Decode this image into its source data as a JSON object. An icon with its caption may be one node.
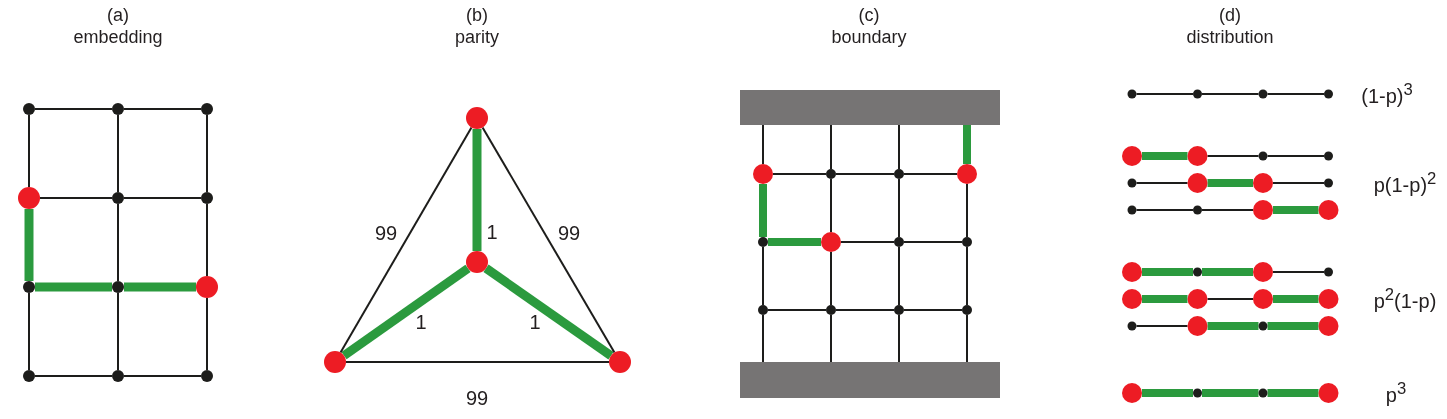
{
  "diagram": {
    "nodes": [
      {
        "text": [],
        "shape": "dot"
      },
      {
        "text": [],
        "shape": "dot"
      },
      {
        "text": [],
        "shape": "dot"
      },
      {
        "text": [],
        "shape": "circle"
      },
      {
        "text": [],
        "shape": "dot"
      },
      {
        "text": [],
        "shape": "dot"
      },
      {
        "text": [],
        "shape": "dot"
      },
      {
        "text": [],
        "shape": "dot"
      },
      {
        "text": [],
        "shape": "circle"
      },
      {
        "text": [],
        "shape": "dot"
      },
      {
        "text": [],
        "shape": "dot"
      },
      {
        "text": [],
        "shape": "dot"
      },
      {
        "text": [],
        "shape": "circle"
      },
      {
        "text": [],
        "shape": "circle"
      },
      {
        "text": [],
        "shape": "circle"
      },
      {
        "text": [],
        "shape": "circle"
      },
      {
        "text": [],
        "shape": "bar"
      },
      {
        "text": [],
        "shape": "circle"
      },
      {
        "text": [],
        "shape": "dot"
      },
      {
        "text": [],
        "shape": "dot"
      },
      {
        "text": [],
        "shape": "circle"
      },
      {
        "text": [],
        "shape": "dot"
      },
      {
        "text": [],
        "shape": "circle"
      },
      {
        "text": [],
        "shape": "dot"
      },
      {
        "text": [],
        "shape": "dot"
      },
      {
        "text": [],
        "shape": "dot"
      },
      {
        "text": [],
        "shape": "dot"
      },
      {
        "text": [],
        "shape": "dot"
      },
      {
        "text": [],
        "shape": "dot"
      },
      {
        "text": [],
        "shape": "bar"
      },
      {
        "text": [],
        "shape": "dot"
      },
      {
        "text": [],
        "shape": "dot"
      },
      {
        "text": [],
        "shape": "dot"
      },
      {
        "text": [],
        "shape": "dot"
      },
      {
        "text": [],
        "shape": "circle"
      },
      {
        "text": [],
        "shape": "circle"
      },
      {
        "text": [],
        "shape": "dot"
      },
      {
        "text": [],
        "shape": "dot"
      },
      {
        "text": [],
        "shape": "dot"
      },
      {
        "text": [],
        "shape": "circle"
      },
      {
        "text": [],
        "shape": "circle"
      },
      {
        "text": [],
        "shape": "dot"
      },
      {
        "text": [],
        "shape": "dot"
      },
      {
        "text": [],
        "shape": "dot"
      },
      {
        "text": [],
        "shape": "circle"
      },
      {
        "text": [],
        "shape": "circle"
      },
      {
        "text": [],
        "shape": "circle"
      },
      {
        "text": [],
        "shape": "dot"
      },
      {
        "text": [],
        "shape": "circle"
      },
      {
        "text": [],
        "shape": "dot"
      },
      {
        "text": [],
        "shape": "circle"
      },
      {
        "text": [],
        "shape": "circle"
      },
      {
        "text": [],
        "shape": "circle"
      },
      {
        "text": [],
        "shape": "circle"
      },
      {
        "text": [],
        "shape": "dot"
      },
      {
        "text": [],
        "shape": "circle"
      },
      {
        "text": [],
        "shape": "dot"
      },
      {
        "text": [],
        "shape": "circle"
      },
      {
        "text": [],
        "shape": "circle"
      },
      {
        "text": [],
        "shape": "dot"
      },
      {
        "text": [],
        "shape": "dot"
      },
      {
        "text": [],
        "shape": "circle"
      }
    ],
    "edges": [
      {
        "from": 0,
        "to": 1,
        "arrow": "none"
      },
      {
        "from": 1,
        "to": 2,
        "arrow": "none"
      },
      {
        "from": 3,
        "to": 4,
        "arrow": "none"
      },
      {
        "from": 4,
        "to": 5,
        "arrow": "none"
      },
      {
        "from": 6,
        "to": 7,
        "arrow": "none",
        "style": "thick",
        "color": "#2b9a3e"
      },
      {
        "from": 7,
        "to": 8,
        "arrow": "none",
        "style": "thick",
        "color": "#2b9a3e"
      },
      {
        "from": 9,
        "to": 10,
        "arrow": "none"
      },
      {
        "from": 10,
        "to": 11,
        "arrow": "none"
      },
      {
        "from": 0,
        "to": 3,
        "arrow": "none"
      },
      {
        "from": 1,
        "to": 4,
        "arrow": "none"
      },
      {
        "from": 2,
        "to": 5,
        "arrow": "none"
      },
      {
        "from": 3,
        "to": 6,
        "arrow": "none",
        "style": "thick",
        "color": "#2b9a3e"
      },
      {
        "from": 4,
        "to": 7,
        "arrow": "none"
      },
      {
        "from": 5,
        "to": 8,
        "arrow": "none"
      },
      {
        "from": 6,
        "to": 9,
        "arrow": "none"
      },
      {
        "from": 7,
        "to": 10,
        "arrow": "none"
      },
      {
        "from": 8,
        "to": 11,
        "arrow": "none"
      },
      {
        "from": 12,
        "to": 13,
        "arrow": "none",
        "label": "1",
        "style": "thick",
        "color": "#2b9a3e"
      },
      {
        "from": 13,
        "to": 14,
        "arrow": "none",
        "label": "1",
        "style": "thick",
        "color": "#2b9a3e"
      },
      {
        "from": 13,
        "to": 15,
        "arrow": "none",
        "label": "1",
        "style": "thick",
        "color": "#2b9a3e"
      },
      {
        "from": 12,
        "to": 14,
        "arrow": "none",
        "label": "99"
      },
      {
        "from": 12,
        "to": 15,
        "arrow": "none",
        "label": "99"
      },
      {
        "from": 14,
        "to": 15,
        "arrow": "none",
        "label": "99"
      },
      {
        "from": 16,
        "to": 17,
        "arrow": "none"
      },
      {
        "from": 16,
        "to": 18,
        "arrow": "none"
      },
      {
        "from": 16,
        "to": 19,
        "arrow": "none"
      },
      {
        "from": 16,
        "to": 20,
        "arrow": "none",
        "style": "thick",
        "color": "#2b9a3e"
      },
      {
        "from": 17,
        "to": 18,
        "arrow": "none"
      },
      {
        "from": 18,
        "to": 19,
        "arrow": "none"
      },
      {
        "from": 19,
        "to": 20,
        "arrow": "none"
      },
      {
        "from": 21,
        "to": 22,
        "arrow": "none",
        "style": "thick",
        "color": "#2b9a3e"
      },
      {
        "from": 22,
        "to": 23,
        "arrow": "none"
      },
      {
        "from": 23,
        "to": 24,
        "arrow": "none"
      },
      {
        "from": 25,
        "to": 26,
        "arrow": "none"
      },
      {
        "from": 26,
        "to": 27,
        "arrow": "none"
      },
      {
        "from": 27,
        "to": 28,
        "arrow": "none"
      },
      {
        "from": 17,
        "to": 21,
        "arrow": "none",
        "style": "thick",
        "color": "#2b9a3e"
      },
      {
        "from": 18,
        "to": 22,
        "arrow": "none"
      },
      {
        "from": 19,
        "to": 23,
        "arrow": "none"
      },
      {
        "from": 20,
        "to": 24,
        "arrow": "none"
      },
      {
        "from": 21,
        "to": 25,
        "arrow": "none"
      },
      {
        "from": 22,
        "to": 26,
        "arrow": "none"
      },
      {
        "from": 23,
        "to": 27,
        "arrow": "none"
      },
      {
        "from": 24,
        "to": 28,
        "arrow": "none"
      },
      {
        "from": 25,
        "to": 29,
        "arrow": "none"
      },
      {
        "from": 26,
        "to": 29,
        "arrow": "none"
      },
      {
        "from": 27,
        "to": 29,
        "arrow": "none"
      },
      {
        "from": 28,
        "to": 29,
        "arrow": "none"
      },
      {
        "from": 30,
        "to": 31,
        "arrow": "none"
      },
      {
        "from": 31,
        "to": 32,
        "arrow": "none"
      },
      {
        "from": 32,
        "to": 33,
        "arrow": "none"
      },
      {
        "from": 34,
        "to": 35,
        "arrow": "none",
        "style": "thick",
        "color": "#2b9a3e"
      },
      {
        "from": 35,
        "to": 36,
        "arrow": "none"
      },
      {
        "from": 36,
        "to": 37,
        "arrow": "none"
      },
      {
        "from": 38,
        "to": 39,
        "arrow": "none"
      },
      {
        "from": 39,
        "to": 40,
        "arrow": "none",
        "style": "thick",
        "color": "#2b9a3e"
      },
      {
        "from": 40,
        "to": 41,
        "arrow": "none"
      },
      {
        "from": 42,
        "to": 43,
        "arrow": "none"
      },
      {
        "from": 43,
        "to": 44,
        "arrow": "none"
      },
      {
        "from": 44,
        "to": 45,
        "arrow": "none",
        "style": "thick",
        "color": "#2b9a3e"
      },
      {
        "from": 46,
        "to": 47,
        "arrow": "none",
        "style": "thick",
        "color": "#2b9a3e"
      },
      {
        "from": 47,
        "to": 48,
        "arrow": "none",
        "style": "thick",
        "color": "#2b9a3e"
      },
      {
        "from": 48,
        "to": 49,
        "arrow": "none"
      },
      {
        "from": 50,
        "to": 51,
        "arrow": "none",
        "style": "thick",
        "color": "#2b9a3e"
      },
      {
        "from": 51,
        "to": 52,
        "arrow": "none"
      },
      {
        "from": 52,
        "to": 53,
        "arrow": "none",
        "style": "thick",
        "color": "#2b9a3e"
      },
      {
        "from": 54,
        "to": 55,
        "arrow": "none"
      },
      {
        "from": 55,
        "to": 56,
        "arrow": "none",
        "style": "thick",
        "color": "#2b9a3e"
      },
      {
        "from": 56,
        "to": 57,
        "arrow": "none",
        "style": "thick",
        "color": "#2b9a3e"
      },
      {
        "from": 58,
        "to": 59,
        "arrow": "none",
        "style": "thick",
        "color": "#2b9a3e"
      },
      {
        "from": 59,
        "to": 60,
        "arrow": "none",
        "style": "thick",
        "color": "#2b9a3e"
      },
      {
        "from": 60,
        "to": 61,
        "arrow": "none",
        "style": "thick",
        "color": "#2b9a3e"
      }
    ],
    "labels": [
      "(a)",
      "embedding",
      "(b)",
      "parity",
      "(c)",
      "boundary",
      "(d)",
      "distribution",
      "(1-p)$^{3}$",
      "p(1-p)$^{2}$",
      "p$^{2}$(1-p)",
      "p$^{3}$"
    ]
  }
}
